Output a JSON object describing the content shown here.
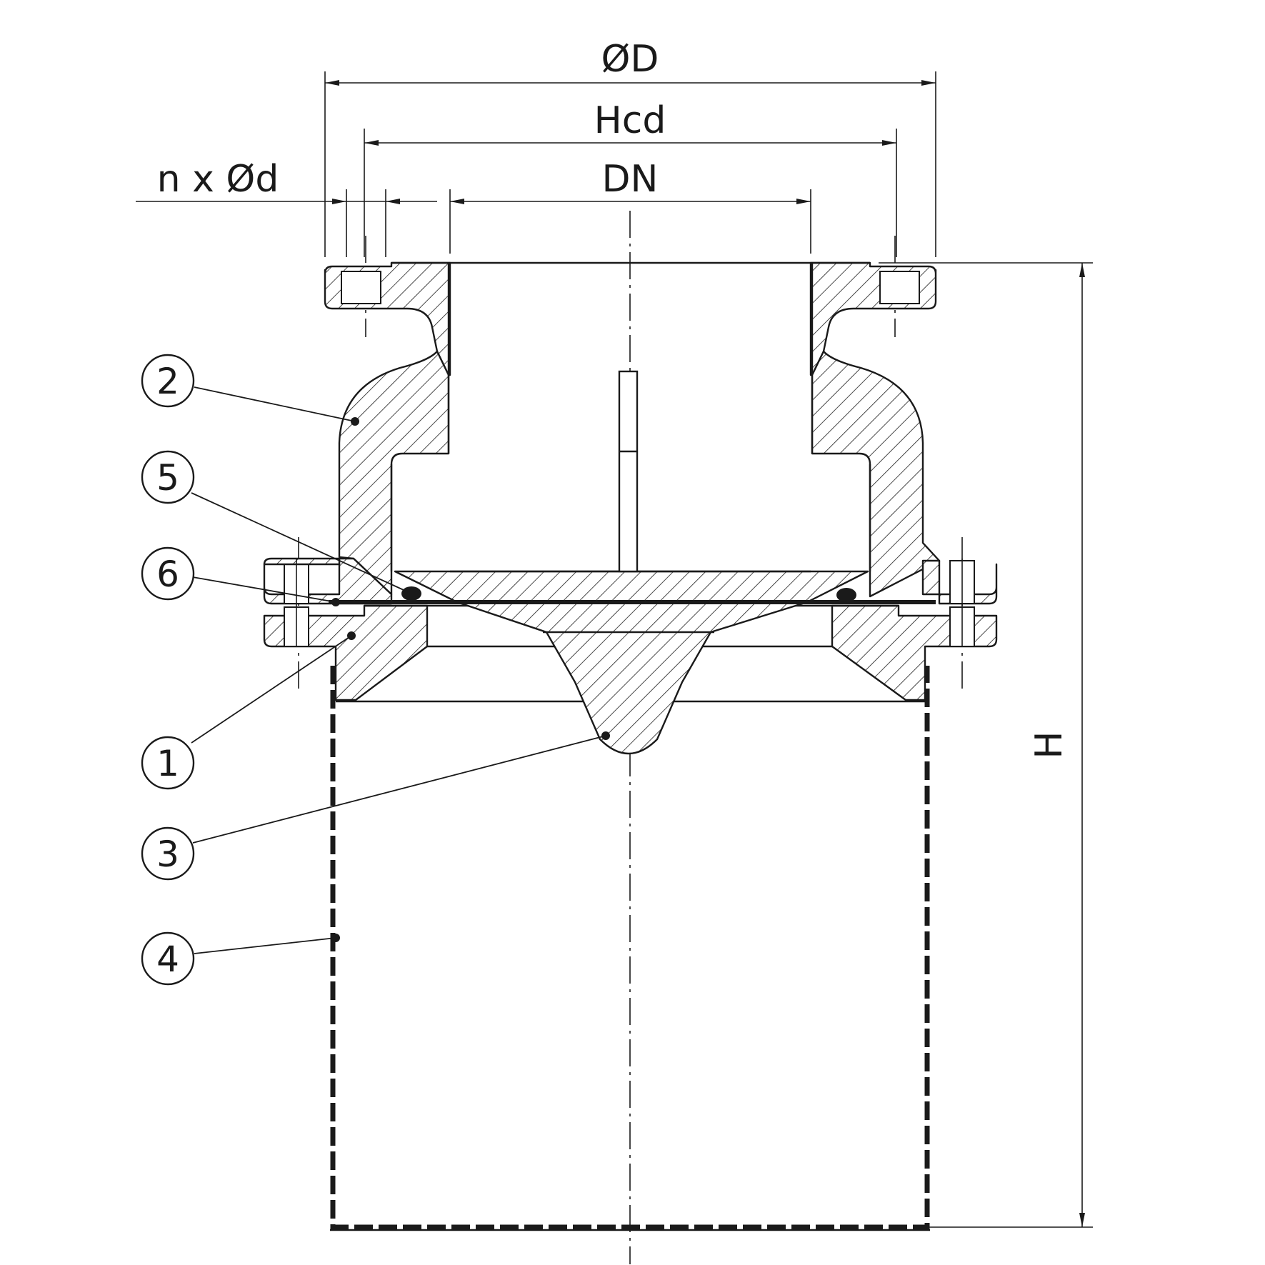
{
  "dimensions": {
    "outer_diameter": "ØD",
    "hole_circle": "Hcd",
    "nominal_diameter": "DN",
    "bolt_holes": "n x Ød",
    "height": "H"
  },
  "balloons": [
    {
      "id": "balloon-1",
      "label": "1"
    },
    {
      "id": "balloon-2",
      "label": "2"
    },
    {
      "id": "balloon-3",
      "label": "3"
    },
    {
      "id": "balloon-4",
      "label": "4"
    },
    {
      "id": "balloon-5",
      "label": "5"
    },
    {
      "id": "balloon-6",
      "label": "6"
    }
  ]
}
